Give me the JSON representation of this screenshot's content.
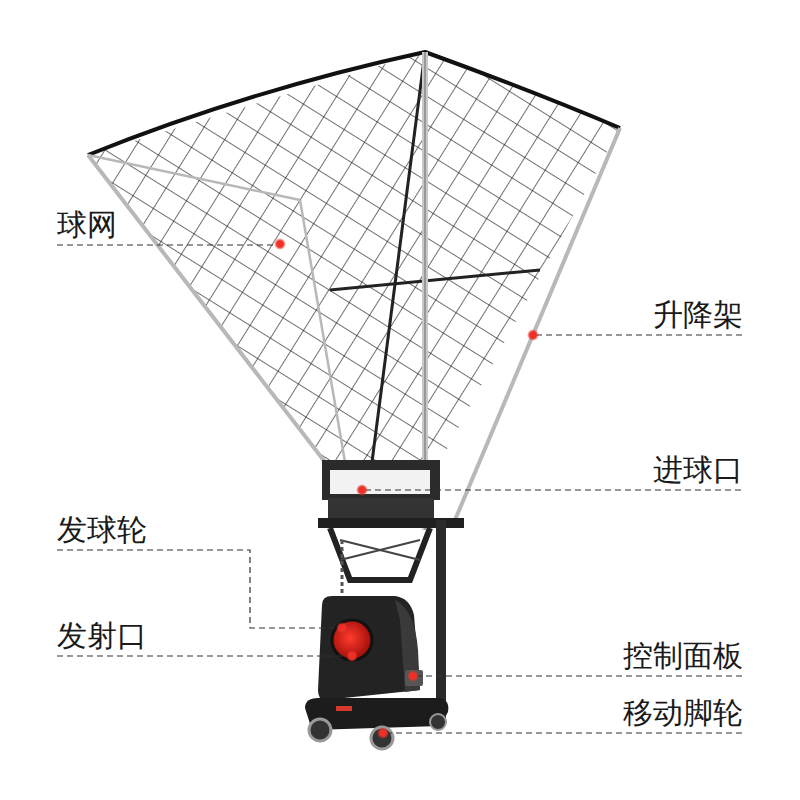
{
  "diagram": {
    "labels": [
      "球网",
      "升降架",
      "进球口",
      "发球轮",
      "发射口",
      "控制面板",
      "移动脚轮"
    ]
  }
}
